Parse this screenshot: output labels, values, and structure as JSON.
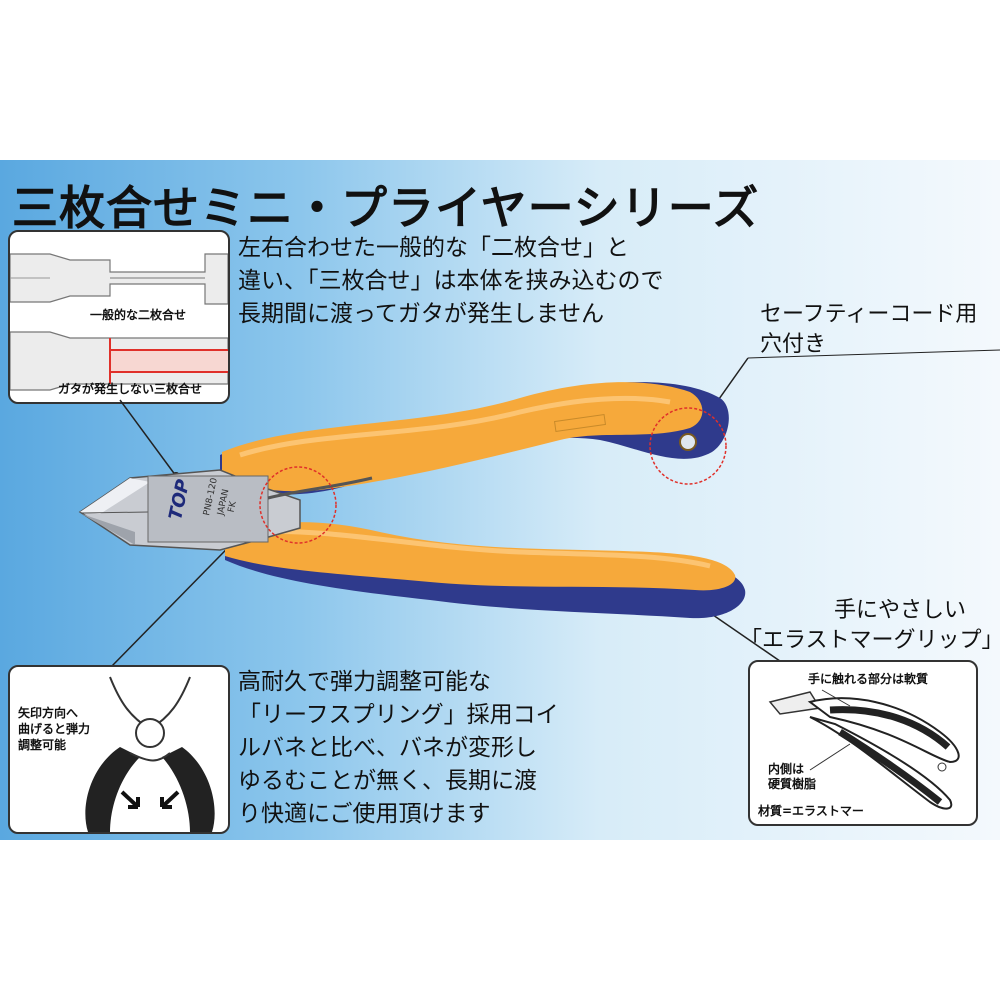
{
  "title": "三枚合せミニ・プライヤーシリーズ",
  "intro": {
    "lines": [
      "左右合わせた一般的な「二枚合せ」と",
      "違い、「三枚合せ」は本体を挟み込むので",
      "長期間に渡ってガタが発生しません"
    ]
  },
  "inset_lamination": {
    "label_top": "一般的な二枚合せ",
    "label_bottom": "ガタが発生しない三枚合せ"
  },
  "safety_cord": {
    "lines": [
      "セーフティーコード用",
      "穴付き"
    ]
  },
  "grip": {
    "lines": [
      "手にやさしい",
      "「エラストマーグリップ」"
    ]
  },
  "spring": {
    "lines": [
      "高耐久で弾力調整可能な",
      "「リーフスプリング」採用コイ",
      "ルバネと比べ、バネが変形し",
      "ゆるむことが無く、長期に渡",
      "り快適にご使用頂けます"
    ]
  },
  "inset_spring": {
    "label_lines": [
      "矢印方向へ",
      "曲げると弾力",
      "調整可能"
    ]
  },
  "inset_grip": {
    "label_top": "手に触れる部分は軟質",
    "label_inner_lines": [
      "内側は",
      "硬質樹脂"
    ],
    "label_material": "材質=エラストマー"
  },
  "tool_markings": {
    "brand": "TOP",
    "model": "PN8-120",
    "origin": "JAPAN",
    "code": "FK"
  },
  "colors": {
    "handle_orange": "#f6a93b",
    "grip_navy": "#2f3a8c",
    "highlight_red": "#e0302a"
  }
}
